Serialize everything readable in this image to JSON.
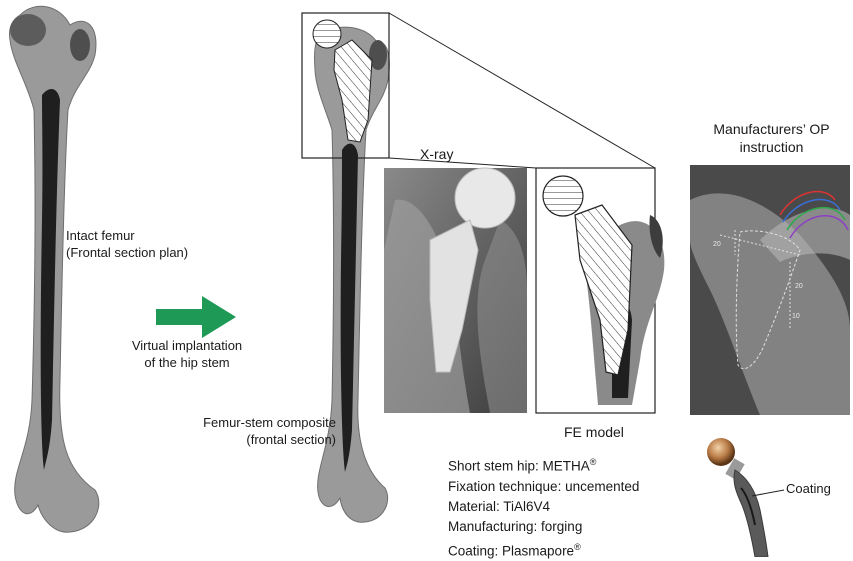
{
  "labels": {
    "intact_line1": "Intact femur",
    "intact_line2": "(Frontal section plan)",
    "virtual_line1": "Virtual implantation",
    "virtual_line2": "of the hip stem",
    "composite_line1": "Femur-stem composite",
    "composite_line2": "(frontal section)",
    "xray": "X-ray",
    "fe_model": "FE model",
    "op_line1": "Manufacturers’ OP",
    "op_line2": "instruction",
    "coating_callout": "Coating"
  },
  "specs": [
    {
      "text": "Short stem hip: METHA",
      "sup": "®"
    },
    {
      "text": "Fixation technique: uncemented",
      "sup": ""
    },
    {
      "text": "Material: TiAl6V4",
      "sup": ""
    },
    {
      "text": "Manufacturing: forging",
      "sup": ""
    },
    {
      "text": "Coating: Plasmapore",
      "sup": "®"
    }
  ],
  "template_ticks": [
    "20",
    "20",
    "10"
  ],
  "colors": {
    "arrow": "#1f9a56",
    "bone": "#8c8c8c",
    "marrow": "#1a1a1a",
    "xray_bg": "#5a5a5a",
    "implant": "#e6e6e6"
  }
}
